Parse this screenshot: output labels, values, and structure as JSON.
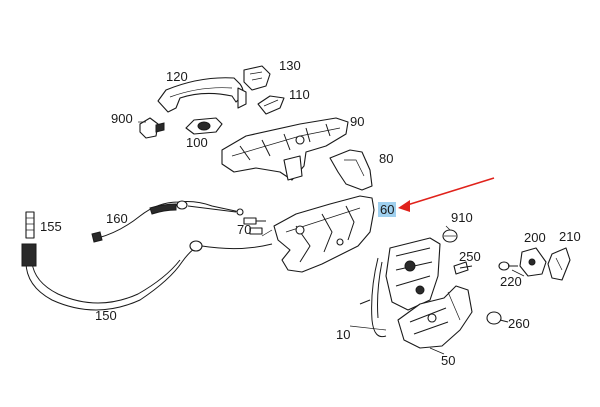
{
  "diagram": {
    "parts": [
      {
        "id": "120",
        "label": "120"
      },
      {
        "id": "130",
        "label": "130"
      },
      {
        "id": "110",
        "label": "110"
      },
      {
        "id": "900",
        "label": "900"
      },
      {
        "id": "100",
        "label": "100"
      },
      {
        "id": "90",
        "label": "90"
      },
      {
        "id": "80",
        "label": "80"
      },
      {
        "id": "60",
        "label": "60",
        "highlighted": true
      },
      {
        "id": "155",
        "label": "155"
      },
      {
        "id": "160",
        "label": "160"
      },
      {
        "id": "70",
        "label": "70"
      },
      {
        "id": "910",
        "label": "910"
      },
      {
        "id": "200",
        "label": "200"
      },
      {
        "id": "210",
        "label": "210"
      },
      {
        "id": "250",
        "label": "250"
      },
      {
        "id": "220",
        "label": "220"
      },
      {
        "id": "150",
        "label": "150"
      },
      {
        "id": "260",
        "label": "260"
      },
      {
        "id": "10",
        "label": "10"
      },
      {
        "id": "50",
        "label": "50"
      }
    ],
    "colors": {
      "line": "#1a1a1a",
      "highlight": "#9fd0ef",
      "arrow": "#e0221b",
      "background": "#ffffff"
    }
  }
}
